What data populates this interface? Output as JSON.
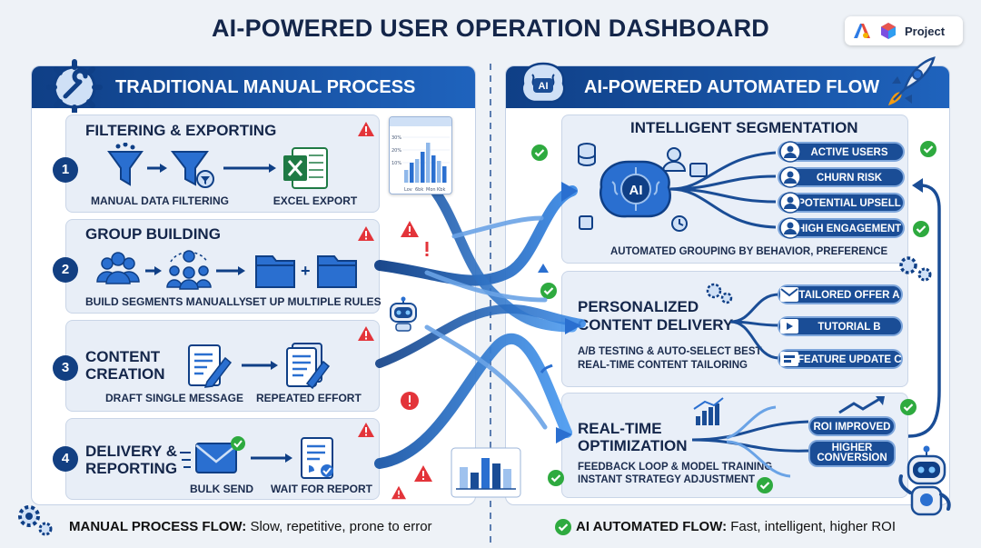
{
  "title": "AI-POWERED USER OPERATION DASHBOARD",
  "badge": {
    "label": "Project"
  },
  "left_panel": {
    "heading": "TRADITIONAL MANUAL PROCESS",
    "steps": [
      {
        "number": "1",
        "title": "FILTERING & EXPORTING",
        "captions": [
          "MANUAL DATA FILTERING",
          "EXCEL EXPORT"
        ]
      },
      {
        "number": "2",
        "title": "GROUP BUILDING",
        "captions": [
          "BUILD SEGMENTS MANUALLY",
          "SET UP MULTIPLE RULES"
        ]
      },
      {
        "number": "3",
        "title": "CONTENT CREATION",
        "captions": [
          "DRAFT SINGLE MESSAGE",
          "REPEATED EFFORT"
        ]
      },
      {
        "number": "4",
        "title": "DELIVERY & REPORTING",
        "captions": [
          "BULK SEND",
          "WAIT FOR REPORT"
        ]
      }
    ]
  },
  "mini_chart": {
    "y_ticks": [
      "30%",
      "20%",
      "10%"
    ],
    "x_labels": [
      "Lov",
      "6bk",
      "Mon",
      "Kbk"
    ]
  },
  "right_panel": {
    "heading": "AI-POWERED AUTOMATED FLOW",
    "segmentation": {
      "title": "INTELLIGENT SEGMENTATION",
      "ai_label": "AI",
      "segments": [
        "ACTIVE USERS",
        "CHURN RISK",
        "POTENTIAL UPSELL",
        "HIGH ENGAGEMENT"
      ],
      "caption": "AUTOMATED GROUPING BY BEHAVIOR, PREFERENCE"
    },
    "personalized": {
      "title_lines": [
        "PERSONALIZED",
        "CONTENT DELIVERY"
      ],
      "sub_lines": [
        "A/B TESTING & AUTO-SELECT BEST",
        "REAL-TIME CONTENT TAILORING"
      ],
      "contents": [
        "TAILORED OFFER A",
        "TUTORIAL B",
        "FEATURE UPDATE C"
      ]
    },
    "optimization": {
      "title_lines": [
        "REAL-TIME",
        "OPTIMIZATION"
      ],
      "sub_lines": [
        "FEEDBACK LOOP & MODEL TRAINING",
        "INSTANT STRATEGY ADJUSTMENT"
      ],
      "results": [
        "ROI IMPROVED",
        "HIGHER CONVERSION"
      ]
    }
  },
  "footer": {
    "left_bold": "MANUAL PROCESS FLOW:",
    "left_text": " Slow, repetitive, prone to error",
    "right_bold": "AI AUTOMATED FLOW:",
    "right_text": " Fast, intelligent, higher ROI"
  },
  "colors": {
    "navy": "#123f82",
    "blue": "#1f63bd",
    "warning": "#e3343a",
    "success": "#2eaa3f",
    "excel": "#1f7a44"
  }
}
